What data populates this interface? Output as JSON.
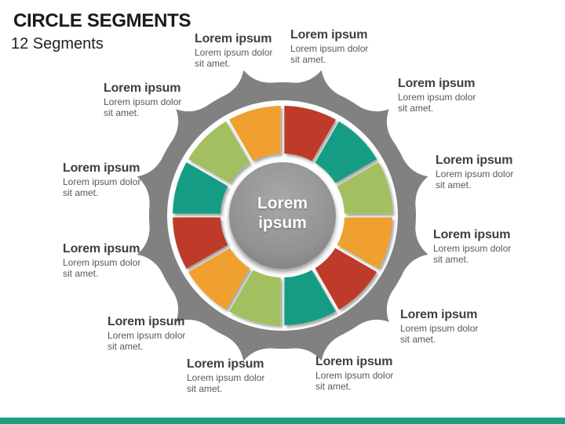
{
  "slide": {
    "title": "CIRCLE SEGMENTS",
    "subtitle": "12 Segments"
  },
  "diagram": {
    "segment_count": 12,
    "hub_label": "Lorem ipsum",
    "colors": {
      "red": "#be3b2a",
      "teal": "#179c84",
      "green": "#a2c05e",
      "orange": "#f0a02f",
      "gear_gray": "#818181",
      "hub_light": "#a8a8a8",
      "hub_dark": "#7c7c7c"
    },
    "segments": [
      "red",
      "teal",
      "green",
      "orange",
      "red",
      "teal",
      "green",
      "orange",
      "red",
      "teal",
      "green",
      "orange"
    ]
  },
  "labels": [
    {
      "heading": "Lorem ipsum",
      "body": "Lorem ipsum dolor sit amet."
    },
    {
      "heading": "Lorem ipsum",
      "body": "Lorem ipsum dolor sit amet."
    },
    {
      "heading": "Lorem ipsum",
      "body": "Lorem ipsum dolor sit amet."
    },
    {
      "heading": "Lorem ipsum",
      "body": "Lorem ipsum dolor sit amet."
    },
    {
      "heading": "Lorem ipsum",
      "body": "Lorem ipsum dolor sit amet."
    },
    {
      "heading": "Lorem ipsum",
      "body": "Lorem ipsum dolor sit amet."
    },
    {
      "heading": "Lorem ipsum",
      "body": "Lorem ipsum dolor sit amet."
    },
    {
      "heading": "Lorem ipsum",
      "body": "Lorem ipsum dolor sit amet."
    },
    {
      "heading": "Lorem ipsum",
      "body": "Lorem ipsum dolor sit amet."
    },
    {
      "heading": "Lorem ipsum",
      "body": "Lorem ipsum dolor sit amet."
    },
    {
      "heading": "Lorem ipsum",
      "body": "Lorem ipsum dolor sit amet."
    },
    {
      "heading": "Lorem ipsum",
      "body": "Lorem ipsum dolor sit amet."
    }
  ],
  "footer": {
    "bar_color": "#1d9e82"
  }
}
